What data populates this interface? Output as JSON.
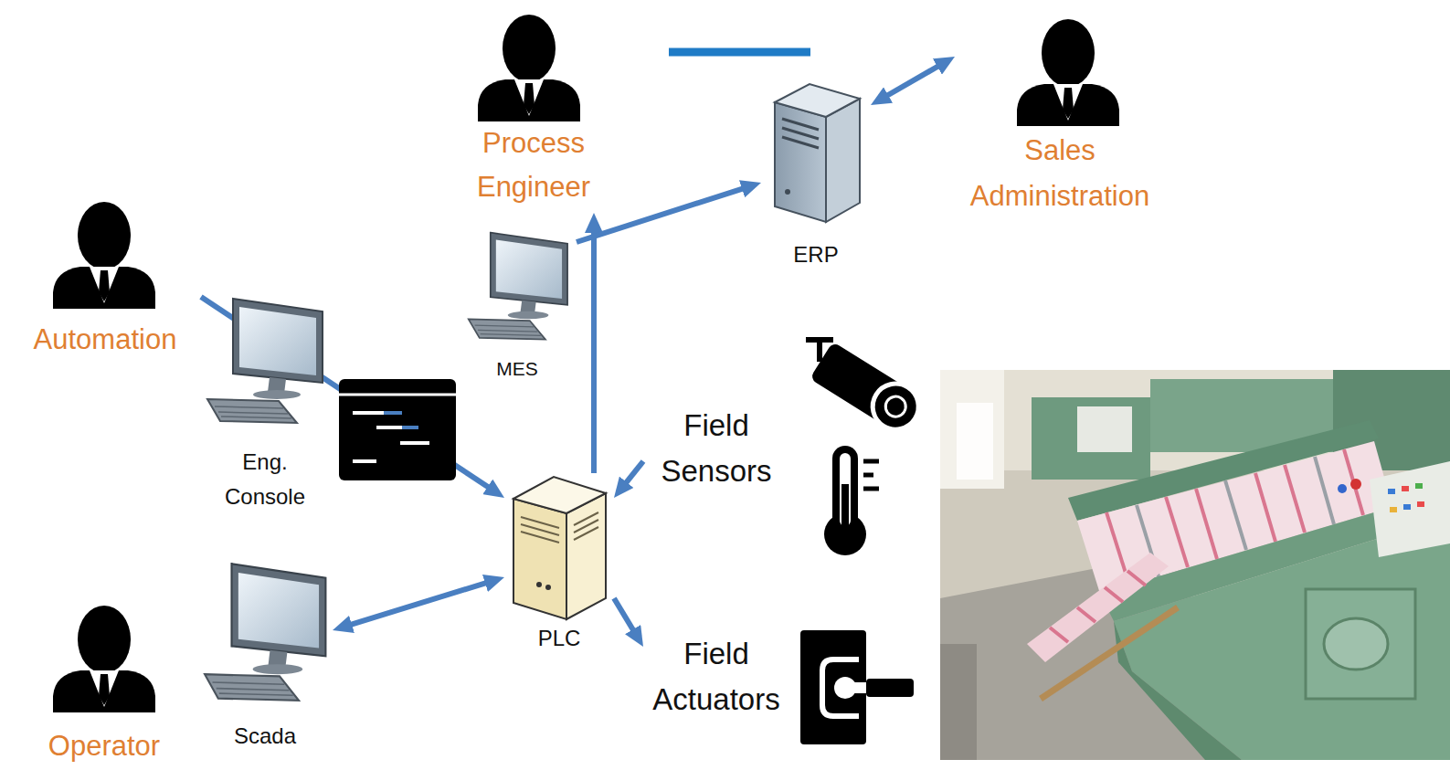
{
  "diagram": {
    "nodes": [
      {
        "text": [
          "Process Engineer"
        ]
      },
      {
        "text": [
          "Sales Administration"
        ]
      },
      {
        "text": [
          "Automation"
        ]
      },
      {
        "text": [
          "Eng. Console"
        ]
      },
      {
        "text": [
          "MES"
        ]
      },
      {
        "text": [
          "ERP"
        ]
      },
      {
        "text": [
          "PLC"
        ]
      },
      {
        "text": [
          "Field Sensors"
        ]
      },
      {
        "text": [
          "Field Actuators"
        ]
      },
      {
        "text": [
          "Scada"
        ]
      },
      {
        "text": [
          "Operator"
        ]
      }
    ],
    "edges": [
      {
        "from": 2,
        "to": 6,
        "arrow": "to"
      },
      {
        "from": 6,
        "to": 0,
        "arrow": "to"
      },
      {
        "from": 4,
        "to": 5,
        "arrow": "to"
      },
      {
        "from": 5,
        "to": 1,
        "arrow": "both"
      },
      {
        "from": 7,
        "to": 6,
        "arrow": "to"
      },
      {
        "from": 6,
        "to": 8,
        "arrow": "to"
      },
      {
        "from": 9,
        "to": 6,
        "arrow": "both"
      }
    ]
  }
}
